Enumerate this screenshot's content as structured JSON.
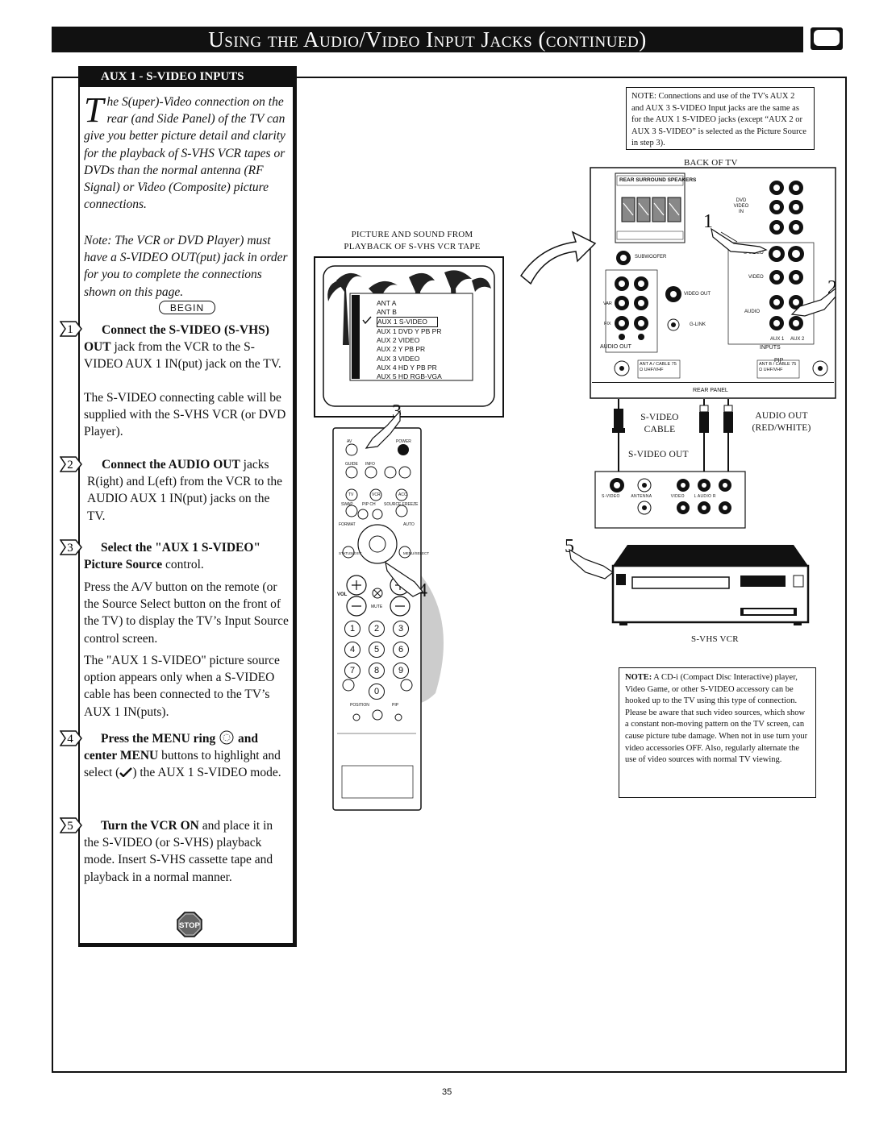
{
  "header": {
    "title": "Using the Audio/Video Input Jacks (continued)"
  },
  "section": {
    "heading": "AUX 1 - S-VIDEO INPUTS",
    "intro_dropcap": "T",
    "intro": "he S(uper)-Video connection on the rear (and Side Panel) of the TV can give you better picture detail and clarity for the playback of S-VHS VCR tapes or DVDs than the normal antenna (RF Signal) or Video (Composite) picture connections.",
    "note": "Note: The VCR or DVD Player) must have a S-VIDEO OUT(put) jack in order for you to complete the connections shown on this page.",
    "begin_label": "BEGIN",
    "stop_label": "STOP"
  },
  "steps": [
    {
      "num": "1",
      "bold": "Connect the S-VIDEO (S-VHS) OUT",
      "text": " jack from the VCR to the S-VIDEO AUX 1 IN(put) jack on the TV.",
      "extra": "The S-VIDEO connecting cable will be supplied with the S-VHS VCR (or DVD Player)."
    },
    {
      "num": "2",
      "bold": "Connect the AUDIO OUT",
      "text": " jacks R(ight) and L(eft) from the VCR to the AUDIO AUX 1 IN(put) jacks on the TV.",
      "extra": ""
    },
    {
      "num": "3",
      "bold": "Select the \"AUX 1 S-VIDEO\" Picture Source",
      "text": " control.",
      "extra": "Press the A/V button on the remote (or the Source Select button on the front of the TV) to display the TV’s Input Source control screen.",
      "extra2": "The \"AUX 1 S-VIDEO\" picture source option appears only when a S-VIDEO cable has been connected to the TV’s AUX 1 IN(puts)."
    },
    {
      "num": "4",
      "bold": "Press the MENU ring",
      "bold2": " and center MENU",
      "text": " buttons to highlight and select (",
      "text2": ") the AUX 1 S-VIDEO mode."
    },
    {
      "num": "5",
      "bold": "Turn the VCR ON",
      "text": " and place it in the S-VIDEO (or S-VHS) playback mode. Insert S-VHS cassette tape and playback in a normal manner."
    }
  ],
  "notes": {
    "top": "NOTE: Connections and use of the TV's AUX 2 and AUX 3 S-VIDEO Input jacks are the same as for the AUX 1 S-VIDEO jacks (except “AUX 2 or AUX 3 S-VIDEO” is selected as the Picture Source in step 3).",
    "bottom_bold": "NOTE:",
    "bottom": " A CD-i (Compact Disc Interactive) player, Video Game, or other S-VIDEO accessory can be hooked up to the TV using this type of connection. Please be aware that such video sources, which show a constant non-moving pattern on the TV screen, can cause picture tube damage. When not in use turn your video accessories OFF. Also, regularly alternate the use of video sources with normal TV viewing."
  },
  "diagram": {
    "back_of_tv": "BACK OF TV",
    "picture_caption": "PICTURE AND SOUND FROM PLAYBACK OF S-VHS VCR TAPE",
    "source_menu": [
      "ANT A",
      "ANT B",
      "AUX 1  S-VIDEO",
      "AUX 1  DVD Y PB PR",
      "AUX 2  VIDEO",
      "AUX 2  Y PB PR",
      "AUX 3  VIDEO",
      "AUX 4  HD Y PB PR",
      "AUX 5  HD RGB-VGA"
    ],
    "selected_index": 2,
    "rear_speakers": "REAR SURROUND SPEAKERS",
    "subwoofer": "SUBWOOFER",
    "video_out": "VIDEO OUT",
    "audio_out_tv": "AUDIO OUT",
    "glink": "G-LINK",
    "var": "VAR",
    "fix": "FIX",
    "dvd_video_in": "DVD VIDEO IN",
    "svideo_jack": "S-VIDEO",
    "video_jack": "VIDEO",
    "audio_jack": "AUDIO",
    "inputs": "INPUTS",
    "aux1": "AUX 1",
    "aux2": "AUX 2",
    "pip": "PIP",
    "ant_a": "ANT A / CABLE 75 Ω UHF/VHF",
    "ant_b": "ANT B / CABLE 75 Ω UHF/VHF",
    "rear_panel": "REAR PANEL",
    "svideo_cable": "S-VIDEO CABLE",
    "audio_out_cable": "AUDIO OUT (RED/WHITE)",
    "svideo_out": "S-VIDEO OUT",
    "vcr_labels": [
      "S-VIDEO",
      "ANTENNA",
      "VIDEO",
      "L  AUDIO  R"
    ],
    "svhs_vcr": "S-VHS VCR",
    "callouts": [
      "1",
      "2",
      "3",
      "4",
      "5"
    ],
    "remote_labels": {
      "av": "AV",
      "power": "POWER",
      "guide": "GUIDE",
      "info": "INFO",
      "tv": "TV",
      "vcr": "VCR",
      "acc": "ACC",
      "swap": "SWAP",
      "pipch": "PIP CH",
      "freeze": "SOURCE FREEZE",
      "format": "FORMAT",
      "auto": "AUTO",
      "status": "STATUS/EXIT",
      "menu": "MENU/SELECT",
      "vol": "VOL",
      "mute": "MUTE",
      "position": "POSITION",
      "pip": "PIP"
    },
    "keypad": [
      "1",
      "2",
      "3",
      "4",
      "5",
      "6",
      "7",
      "8",
      "9",
      "0"
    ]
  },
  "page_number": "35"
}
